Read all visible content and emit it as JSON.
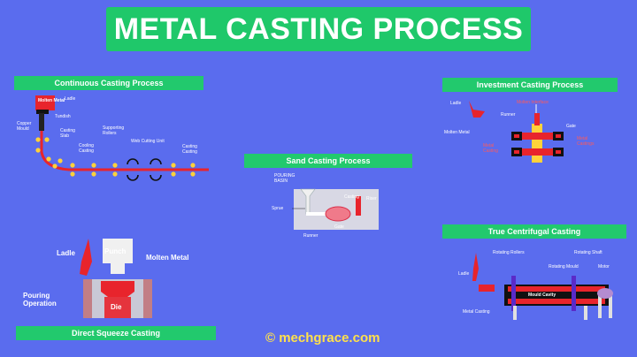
{
  "title": "METAL CASTING PROCESS",
  "continuous": {
    "tag": "Continuous Casting Process",
    "labels": {
      "molten_metal": "Molten Metal",
      "ladle": "Ladle",
      "tundish": "Tundish",
      "copper_mould": "Copper Mould",
      "casting_slab": "Casting Slab",
      "cooling_casting": "Cooling Casting",
      "supporting_rollers": "Supporting Rollers",
      "web_cutting_unit": "Web Cutting Unit",
      "casting_casting": "Casting Casting"
    }
  },
  "investment": {
    "tag": "Investment Casting Process",
    "labels": {
      "ladle": "Ladle",
      "molten_metal": "Molten Metal",
      "runner": "Runner",
      "mould_interface": "Molten Interface",
      "gate": "Gate",
      "metal_castings": "Metal Castings",
      "metal_casting": "Metal Casting"
    }
  },
  "sand": {
    "tag": "Sand Casting Process",
    "labels": {
      "pouring_basin": "POURING BASIN",
      "sprue": "Sprue",
      "casting": "Casting",
      "riser": "Riser",
      "gate": "Gate",
      "runner": "Runner"
    }
  },
  "squeeze": {
    "tag": "Direct Squeeze Casting",
    "labels": {
      "ladle": "Ladle",
      "punch": "Punch",
      "molten_metal": "Molten Metal",
      "pouring_operation": "Pouring Operation",
      "die": "Die"
    }
  },
  "centrifugal": {
    "tag": "True Centrifugal Casting",
    "labels": {
      "rotating_rollers": "Rotating Rollers",
      "rotating_shaft": "Rotating Shaft",
      "rotating_mould": "Rotating Mould",
      "motor": "Motor",
      "ladle": "Ladle",
      "mould_cavity": "Mould Cavity",
      "metal_casting": "Metal Casting"
    }
  },
  "footer": "© mechgrace.com",
  "colors": {
    "background": "#5a6cee",
    "banner": "#1fc86a",
    "metal": "#e8242c",
    "footer": "#ffe14a"
  }
}
